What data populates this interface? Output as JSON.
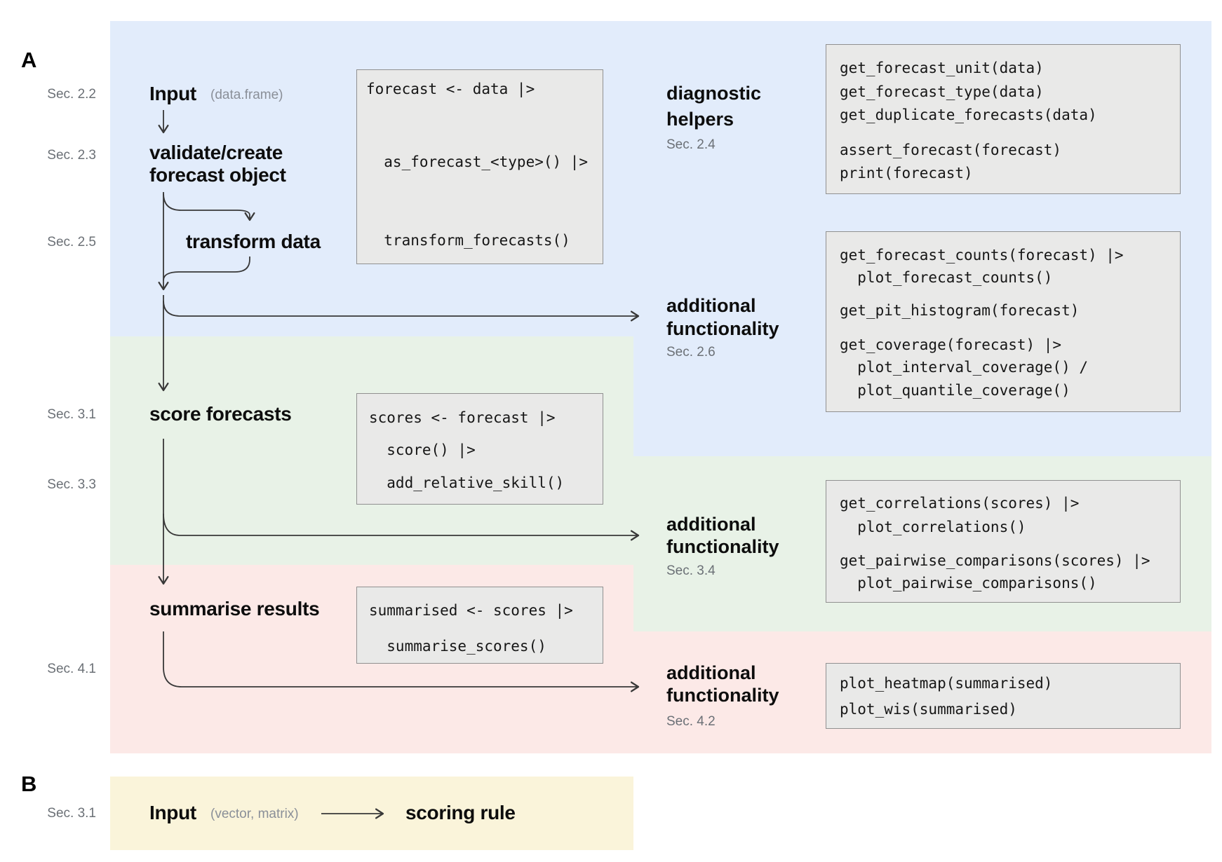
{
  "panel_a": {
    "label": "A"
  },
  "panel_b": {
    "label": "B",
    "sec": "Sec. 3.1",
    "input": "Input",
    "input_type": "(vector, matrix)",
    "scoring_rule": "scoring rule"
  },
  "sections": {
    "s22": "Sec. 2.2",
    "s23": "Sec. 2.3",
    "s25": "Sec. 2.5",
    "s31": "Sec. 3.1",
    "s33": "Sec. 3.3",
    "s41": "Sec. 4.1"
  },
  "flow": {
    "input": "Input",
    "input_type": "(data.frame)",
    "validate_line1": "validate/create",
    "validate_line2": "forecast object",
    "transform": "transform data",
    "score": "score forecasts",
    "summarise": "summarise results"
  },
  "right_headings": {
    "diagnostic": {
      "line1": "diagnostic",
      "line2": "helpers",
      "sec": "Sec. 2.4"
    },
    "func26": {
      "line1": "additional",
      "line2": "functionality",
      "sec": "Sec. 2.6"
    },
    "func34": {
      "line1": "additional",
      "line2": "functionality",
      "sec": "Sec. 3.4"
    },
    "func42": {
      "line1": "additional",
      "line2": "functionality",
      "sec": "Sec. 4.2"
    }
  },
  "code": {
    "pipeline_box1": {
      "l1": "forecast <- data |>",
      "l2": "  as_forecast_<type>() |>",
      "l3": "  transform_forecasts()"
    },
    "pipeline_box2": {
      "l1": "scores <- forecast |>",
      "l2": "  score() |>",
      "l3": "  add_relative_skill()"
    },
    "pipeline_box3": {
      "l1": "summarised <- scores |>",
      "l2": "  summarise_scores()"
    },
    "diagnostic_box": {
      "l1": "get_forecast_unit(data)",
      "l2": "get_forecast_type(data)",
      "l3": "get_duplicate_forecasts(data)",
      "l4": "assert_forecast(forecast)",
      "l5": "print(forecast)"
    },
    "func26_box": {
      "l1": "get_forecast_counts(forecast) |>",
      "l2": "  plot_forecast_counts()",
      "l3": "get_pit_histogram(forecast)",
      "l4": "get_coverage(forecast) |>",
      "l5": "  plot_interval_coverage() /",
      "l6": "  plot_quantile_coverage()"
    },
    "func34_box": {
      "l1": "get_correlations(scores) |>",
      "l2": "  plot_correlations()",
      "l3": "get_pairwise_comparisons(scores) |>",
      "l4": "  plot_pairwise_comparisons()"
    },
    "func42_box": {
      "l1": "plot_heatmap(summarised)",
      "l2": "plot_wis(summarised)"
    }
  },
  "colors": {
    "region_blue": "#e2ecfb",
    "region_green": "#e8f2e7",
    "region_red": "#fce9e7",
    "region_yellow": "#faf4da",
    "code_box_bg": "#e9e9e8",
    "code_box_border": "#909090",
    "arrow": "#383838",
    "section_label": "#6b7076",
    "sub_label": "#8a8f98"
  }
}
